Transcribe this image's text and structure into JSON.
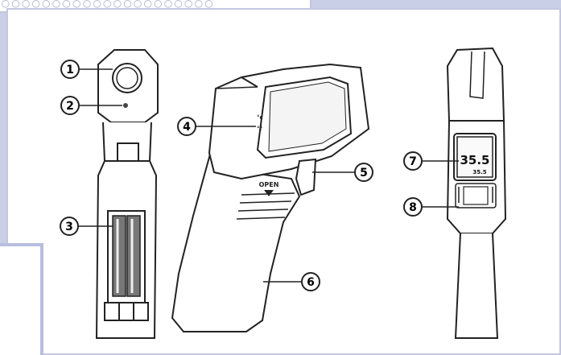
{
  "frame": {
    "dots": "○○○○○○○○○○○○○○○○○○○○○"
  },
  "callouts": [
    {
      "label": "1"
    },
    {
      "label": "2"
    },
    {
      "label": "3"
    },
    {
      "label": "4"
    },
    {
      "label": "5"
    },
    {
      "label": "6"
    },
    {
      "label": "7"
    },
    {
      "label": "8"
    }
  ],
  "gun": {
    "open_label": "OPEN"
  },
  "device": {
    "reading": "35.5",
    "sub_reading": "35.5"
  },
  "colors": {
    "background": "#c9cfe6",
    "panel": "#ffffff",
    "stroke": "#222222"
  }
}
